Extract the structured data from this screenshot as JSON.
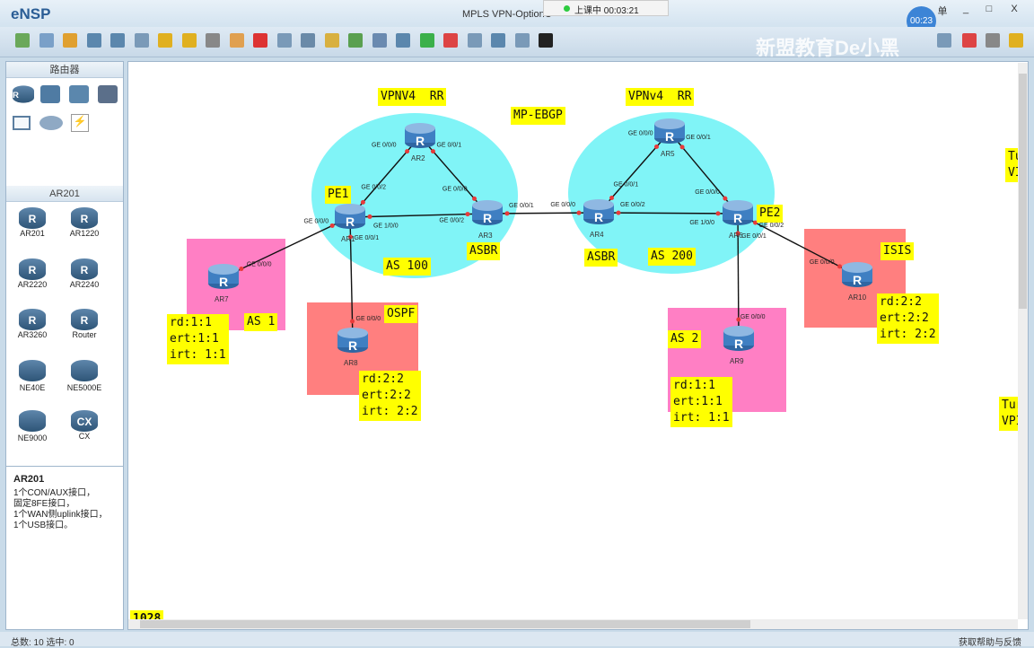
{
  "window": {
    "app": "eNSP",
    "title": "MPLS  VPN-OptionC",
    "timer": "上课中 00:03:21",
    "clock": "00:23",
    "menu": "单",
    "min": "_",
    "max": "□",
    "close": "X",
    "watermark": "新盟教育De小黑"
  },
  "sidebar": {
    "section1": "路由器",
    "section2": "AR201",
    "devices": [
      "AR201",
      "AR1220",
      "AR2220",
      "AR2240",
      "AR3260",
      "Router",
      "NE40E",
      "NE5000E",
      "NE9000",
      "CX"
    ],
    "desc_title": "AR201",
    "desc_lines": [
      "1个CON/AUX接口，",
      "固定8FE接口，",
      "1个WAN侧uplink接口，",
      "1个USB接口。"
    ]
  },
  "topology": {
    "routers": [
      "AR1",
      "AR2",
      "AR3",
      "AR4",
      "AR5",
      "AR6",
      "AR7",
      "AR8",
      "AR9",
      "AR10"
    ],
    "links": [
      {
        "a": "AR1",
        "ai": "GE 0/0/2",
        "b": "AR2",
        "bi": "GE 0/0/0"
      },
      {
        "a": "AR2",
        "ai": "GE 0/0/1",
        "b": "AR3",
        "bi": "GE 0/0/0"
      },
      {
        "a": "AR1",
        "ai": "GE 1/0/0",
        "b": "AR3",
        "bi": "GE 0/0/2"
      },
      {
        "a": "AR3",
        "ai": "GE 0/0/1",
        "b": "AR4",
        "bi": "GE 0/0/0"
      },
      {
        "a": "AR4",
        "ai": "GE 0/0/1",
        "b": "AR5",
        "bi": "GE 0/0/0"
      },
      {
        "a": "AR5",
        "ai": "GE 0/0/1",
        "b": "AR6",
        "bi": "GE 0/0/0"
      },
      {
        "a": "AR4",
        "ai": "GE 0/0/2",
        "b": "AR6",
        "bi": "GE 1/0/0"
      },
      {
        "a": "AR1",
        "ai": "GE 0/0/0",
        "b": "AR7",
        "bi": "GE 0/0/0"
      },
      {
        "a": "AR1",
        "ai": "GE 0/0/1",
        "b": "AR8",
        "bi": "GE 0/0/0"
      },
      {
        "a": "AR6",
        "ai": "GE 0/0/1",
        "b": "AR9",
        "bi": "GE 0/0/0"
      },
      {
        "a": "AR6",
        "ai": "GE 0/0/2",
        "b": "AR10",
        "bi": "GE 0/0/0"
      }
    ],
    "labels": {
      "rr1": "VPNV4  RR",
      "mpebgp": "MP-EBGP",
      "rr2": "VPNv4  RR",
      "pe1": "PE1",
      "pe2": "PE2",
      "asbr1": "ASBR",
      "as100": "AS 100",
      "asbr2": "ASBR",
      "as200": "AS 200",
      "as1": "AS 1",
      "ospf": "OSPF",
      "isis": "ISIS",
      "as2": "AS 2",
      "vpn7": "rd:1:1\nert:1:1\nirt: 1:1",
      "vpn8": "rd:2:2\nert:2:2\nirt: 2:2",
      "vpn9": "rd:1:1\nert:1:1\nirt: 1:1",
      "vpn10": "rd:2:2\nert:2:2\nirt: 2:2",
      "tu1": "Tu\nVI",
      "tu2": "Tur\nVPI",
      "num": "1028"
    },
    "colors": {
      "as_core": "#80f4f7",
      "site_pink": "#ff7fc4",
      "site_salmon": "#ff7f7f",
      "label": "#ffff00",
      "port": "#e83a3a"
    }
  },
  "status": {
    "left": "总数: 10  选中: 0",
    "right": "获取帮助与反馈"
  }
}
